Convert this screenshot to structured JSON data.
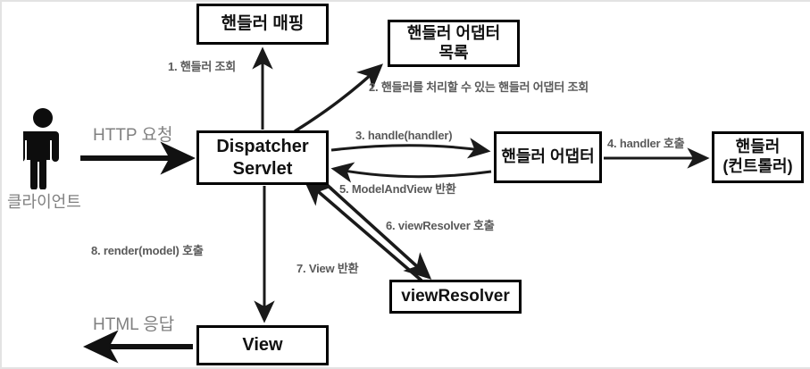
{
  "diagram": {
    "title": "Spring MVC DispatcherServlet flow",
    "colors": {
      "box_border": "#000000",
      "background": "#ffffff",
      "arrow": "#1a1a1a",
      "step_label": "#5a5a5a",
      "io_label": "#808080"
    },
    "actor": {
      "icon": "person-icon",
      "label": "클라이언트"
    },
    "nodes": [
      {
        "id": "handler-mapping",
        "label": "핸들러 매핑"
      },
      {
        "id": "handler-adapter-list",
        "label": "핸들러 어댑터\n목록"
      },
      {
        "id": "dispatcher-servlet",
        "label": "Dispatcher\nServlet"
      },
      {
        "id": "handler-adapter",
        "label": "핸들러 어댑터"
      },
      {
        "id": "handler-controller",
        "label": "핸들러\n(컨트롤러)"
      },
      {
        "id": "view-resolver",
        "label": "viewResolver"
      },
      {
        "id": "view",
        "label": "View"
      }
    ],
    "io_labels": {
      "request": "HTTP 요청",
      "response": "HTML 응답"
    },
    "steps": [
      {
        "num": 1,
        "label": "1. 핸들러 조회",
        "from": "dispatcher-servlet",
        "to": "handler-mapping"
      },
      {
        "num": 2,
        "label": "2. 핸들러를 처리할 수 있는 핸들러 어댑터 조회",
        "from": "dispatcher-servlet",
        "to": "handler-adapter-list"
      },
      {
        "num": 3,
        "label": "3. handle(handler)",
        "from": "dispatcher-servlet",
        "to": "handler-adapter"
      },
      {
        "num": 4,
        "label": "4. handler 호출",
        "from": "handler-adapter",
        "to": "handler-controller"
      },
      {
        "num": 5,
        "label": "5. ModelAndView 반환",
        "from": "handler-adapter",
        "to": "dispatcher-servlet"
      },
      {
        "num": 6,
        "label": "6. viewResolver 호출",
        "from": "dispatcher-servlet",
        "to": "view-resolver"
      },
      {
        "num": 7,
        "label": "7. View 반환",
        "from": "view-resolver",
        "to": "dispatcher-servlet"
      },
      {
        "num": 8,
        "label": "8. render(model) 호출",
        "from": "dispatcher-servlet",
        "to": "view"
      }
    ]
  }
}
